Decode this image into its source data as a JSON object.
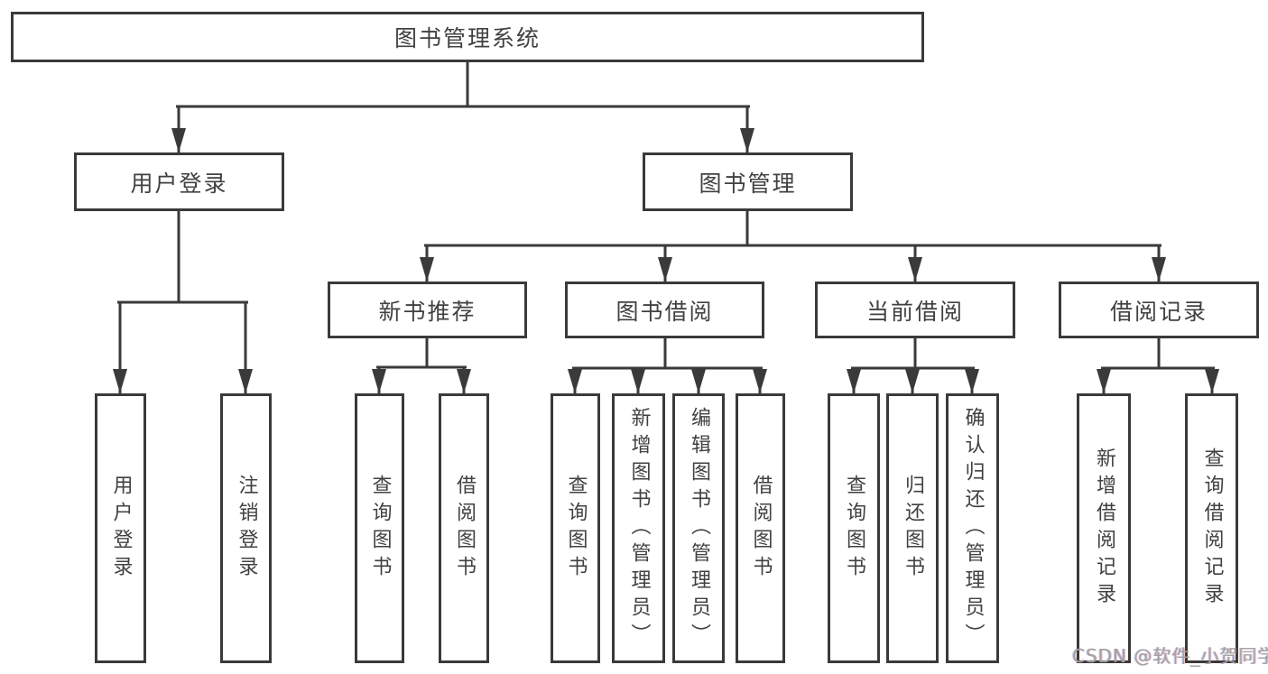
{
  "title": {
    "label": "图书管理系统"
  },
  "level2": [
    {
      "label": "用户登录"
    },
    {
      "label": "图书管理"
    }
  ],
  "level3": [
    {
      "label": "新书推荐"
    },
    {
      "label": "图书借阅"
    },
    {
      "label": "当前借阅"
    },
    {
      "label": "借阅记录"
    }
  ],
  "leaves": [
    {
      "label": "用户登录"
    },
    {
      "label": "注销登录"
    },
    {
      "label": "查询图书"
    },
    {
      "label": "借阅图书"
    },
    {
      "label": "查询图书"
    },
    {
      "label": "新增图书（管理员）"
    },
    {
      "label": "编辑图书（管理员）"
    },
    {
      "label": "借阅图书"
    },
    {
      "label": "查询图书"
    },
    {
      "label": "归还图书"
    },
    {
      "label": "确认归还（管理员）"
    },
    {
      "label": "新增借阅记录"
    },
    {
      "label": "查询借阅记录"
    }
  ],
  "watermark": "CSDN @软件_小贺同学",
  "colors": {
    "line": "#3a3a3a",
    "box_border": "#3a3a3a",
    "text": "#414141",
    "watermark": "#a3a3a3",
    "background": "#ffffff"
  }
}
